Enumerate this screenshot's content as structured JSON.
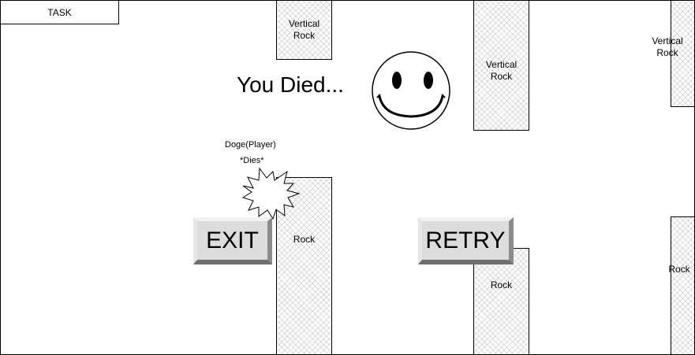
{
  "task_label": "TASK",
  "rocks": {
    "vertical_1": "Vertical\nRock",
    "vertical_2": "Vertical\nRock",
    "vertical_3": "Vertical\nRock",
    "rock_1": "Rock",
    "rock_2": "Rock",
    "rock_3": "Rock"
  },
  "message": "You Died...",
  "player": {
    "name": "Doge(Player)",
    "status": "*Dies*"
  },
  "buttons": {
    "exit": "EXIT",
    "retry": "RETRY"
  }
}
